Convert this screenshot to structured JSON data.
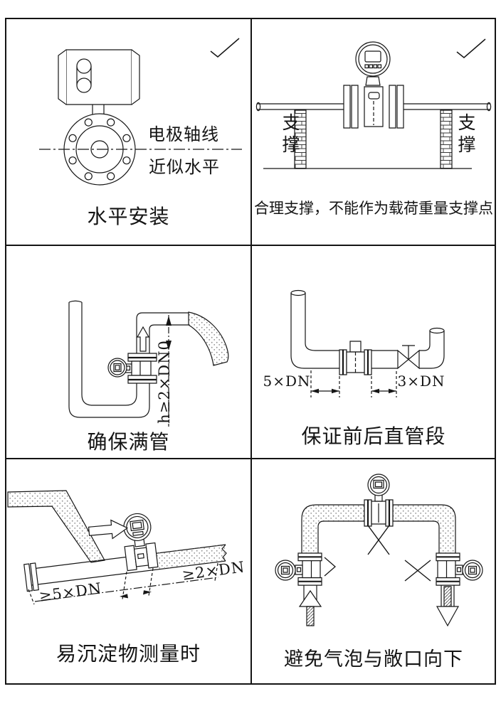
{
  "colors": {
    "line": "#161616",
    "background": "#ffffff",
    "stipple_dot": "#8d8d8d"
  },
  "panels": {
    "horizontal_install": {
      "caption": "水平安装",
      "note_top": "电极轴线",
      "note_bottom": "近似水平",
      "status_mark": "check"
    },
    "reasonable_support": {
      "caption": "合理支撑，不能作为载荷重量支撑点",
      "support_left": "支撑",
      "support_right": "支撑",
      "status_mark": "check"
    },
    "ensure_full_pipe": {
      "caption": "确保满管",
      "height_label": "h≥2×DN0"
    },
    "straight_runs": {
      "caption": "保证前后直管段",
      "upstream_label": "5×DN",
      "downstream_label": "3×DN"
    },
    "sediment_measure": {
      "caption": "易沉淀物测量时",
      "upstream_label": "≥5×DN",
      "downstream_label": "≥2×DN"
    },
    "avoid_bubbles": {
      "caption": "避免气泡与敞口向下"
    }
  }
}
